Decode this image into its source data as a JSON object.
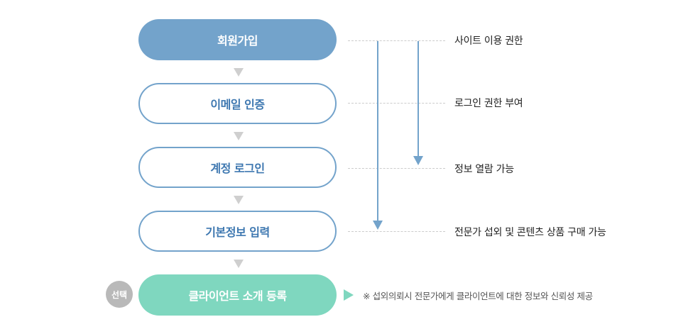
{
  "steps": [
    {
      "label": "회원가입",
      "style": "filled"
    },
    {
      "label": "이메일 인증",
      "style": "outline"
    },
    {
      "label": "계정 로그인",
      "style": "outline"
    },
    {
      "label": "기본정보 입력",
      "style": "outline"
    },
    {
      "label": "클라이언트 소개 등록",
      "style": "optional"
    }
  ],
  "permissions": [
    "사이트 이용 권한",
    "로그인 권한 부여",
    "정보 열람 가능",
    "전문가 섭외 및 콘텐츠 상품 구매 가능"
  ],
  "optional_badge": "선택",
  "optional_note": "※ 섭외의뢰시 전문가에게 클라이언트에 대한 정보와 신뢰성 제공",
  "colors": {
    "primary": "#73a3cb",
    "primary_text": "#3d77b0",
    "optional": "#7fd7bf",
    "badge": "#b9b9b9",
    "connector": "#cfcfcf"
  }
}
